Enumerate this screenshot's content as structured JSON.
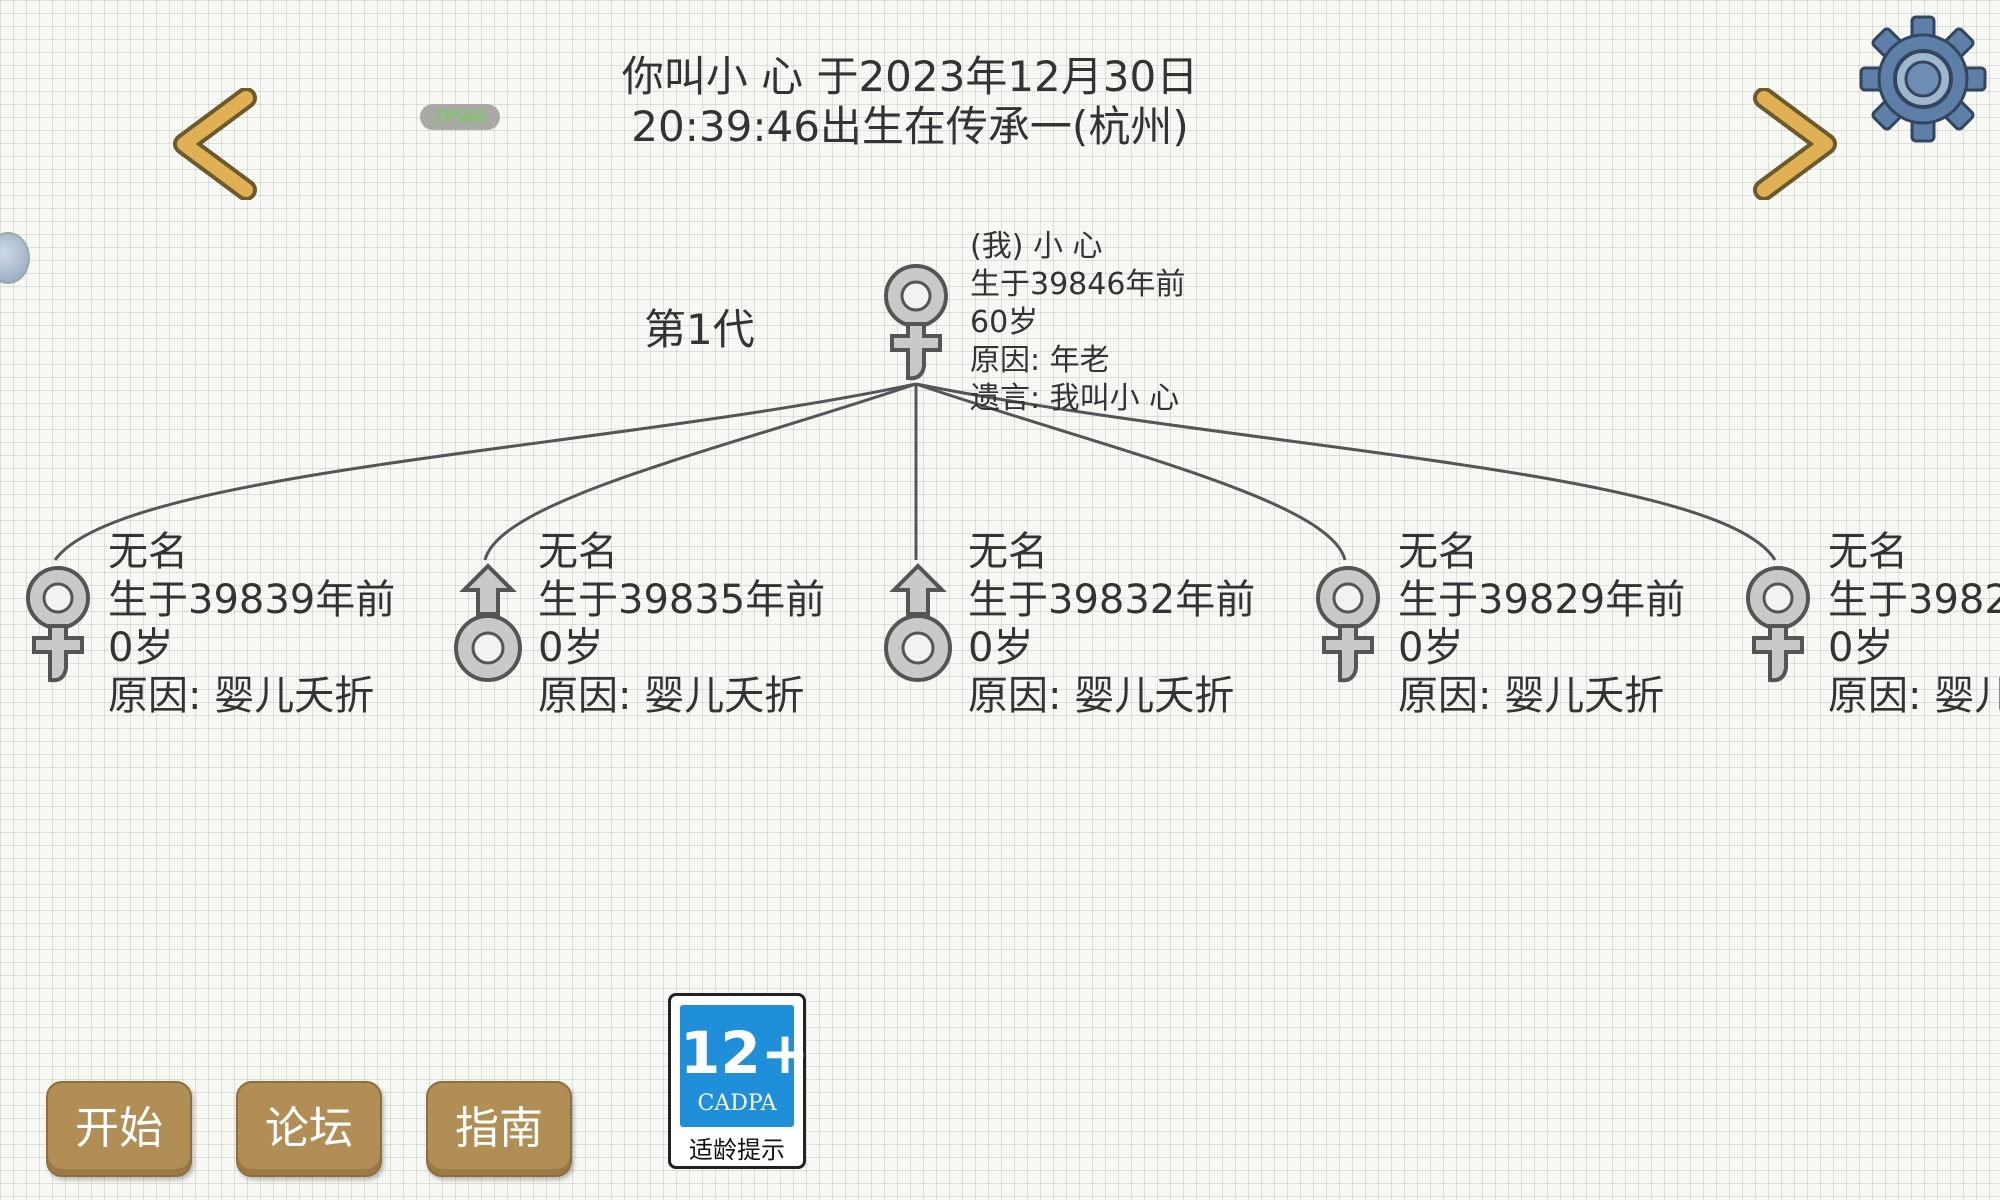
{
  "header": {
    "title_line1": "你叫小 心 于2023年12月30日",
    "title_line2": "20:39:46出生在传承一(杭州)",
    "fps": "FPS60"
  },
  "generation_label": "第1代",
  "self": {
    "name_line": "(我) 小 心",
    "born": "生于39846年前",
    "age": "60岁",
    "cause": "原因: 年老",
    "last_words": "遗言: 我叫小 心",
    "gender": "female"
  },
  "children": [
    {
      "name": "无名",
      "born": "生于39839年前",
      "age": "0岁",
      "cause": "原因: 婴儿夭折",
      "gender": "female"
    },
    {
      "name": "无名",
      "born": "生于39835年前",
      "age": "0岁",
      "cause": "原因: 婴儿夭折",
      "gender": "male"
    },
    {
      "name": "无名",
      "born": "生于39832年前",
      "age": "0岁",
      "cause": "原因: 婴儿夭折",
      "gender": "male"
    },
    {
      "name": "无名",
      "born": "生于39829年前",
      "age": "0岁",
      "cause": "原因: 婴儿夭折",
      "gender": "female"
    },
    {
      "name": "无名",
      "born": "生于3982",
      "age": "0岁",
      "cause": "原因: 婴儿",
      "gender": "female"
    }
  ],
  "buttons": {
    "start": "开始",
    "forum": "论坛",
    "guide": "指南"
  },
  "rating": {
    "age": "12+",
    "org": "CADPA",
    "note": "适龄提示",
    "color": "#1e8fd8"
  },
  "icons": {
    "prev": "chevron-left-icon",
    "next": "chevron-right-icon",
    "settings": "gear-icon"
  },
  "colors": {
    "button_bg": "#b08e55",
    "fps_text": "#6ecf52"
  }
}
